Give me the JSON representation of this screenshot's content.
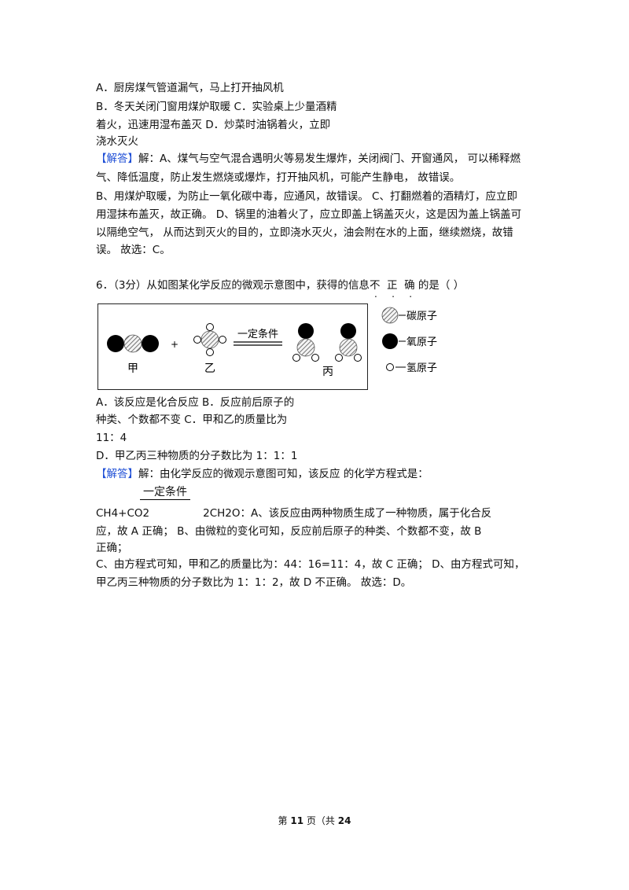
{
  "q5": {
    "option_a": "A．厨房煤气管道漏气，马上打开抽风机",
    "option_b_c": "B．冬天关闭门窗用煤炉取暖 C．实验桌上少量酒精",
    "option_c_cont_d": "着火，迅速用湿布盖灭 D．炒菜时油锅着火，立即",
    "option_d_cont": "浇水灭火",
    "answer_tag": "【解答】",
    "answer_line1": "解：A、煤气与空气混合遇明火等易发生爆炸，关闭阀门、开窗通风， 可以稀释燃",
    "answer_line2": "气、降低温度，防止发生燃烧或爆炸，打开抽风机，可能产生静电， 故错误。",
    "answer_line3": "B、用煤炉取暖，为防止一氧化碳中毒，应通风，故错误。 C、打翻燃着的酒精灯，应立即",
    "answer_line4": "用湿抹布盖灭，故正确。 D、锅里的油着火了，应立即盖上锅盖灭火，这是因为盖上锅盖可",
    "answer_line5": "以隔绝空气， 从而达到灭火的目的，立即浇水灭火，油会附在水的上面，继续燃烧，故错",
    "answer_line6": "误。 故选：C。"
  },
  "q6": {
    "stem_prefix": "6．（3分）从如图某化学反应的微观示意图中，获得的信息",
    "stem_no": "不",
    "stem_zheng": "正",
    "stem_que": "确",
    "stem_suffix": "的是（ ）",
    "figure": {
      "label_jia": "甲",
      "label_yi": "乙",
      "label_bing": "丙",
      "plus": "+",
      "condition": "一定条件"
    },
    "legend": {
      "carbon": "碳原子",
      "oxygen": "氧原子",
      "hydrogen": "氢原子"
    },
    "option_a_b": "A．该反应是化合反应 B．反应前后原子的",
    "option_b_cont_c": "种类、个数都不变 C．甲和乙的质量比为",
    "option_c_cont": "11：4",
    "option_d": "D．甲乙丙三种物质的分子数比为 1：1：1",
    "answer_tag": "【解答】",
    "answer_intro": "解：由化学反应的微观示意图可知，该反应 的化学方程式是：",
    "eq_condition": "一定条件",
    "eq_lhs": "CH4+CO2",
    "eq_rhs": "2CH2O",
    "eq_tail": "：A、该反应由两种物质生成了一种物质，属于化合反",
    "answer_line2": "应，故 A 正确； B、由微粒的变化可知，反应前后原子的种类、个数都不变，故 B",
    "answer_line3": "正确；",
    "answer_line4": "C、由方程式可知，甲和乙的质量比为：44：16=11：4，故 C 正确； D、由方程式可知，",
    "answer_line5": "甲乙丙三种物质的分子数比为 1：1：2，故 D 不正确。 故选：D。"
  },
  "footer": {
    "prefix": "第",
    "page": "11",
    "middle": "页（共",
    "total": "24"
  },
  "colors": {
    "answer_tag": "#1f4fd6",
    "oxygen": "#000000",
    "hydrogen": "#ffffff",
    "carbon_hatch": "#666666"
  }
}
